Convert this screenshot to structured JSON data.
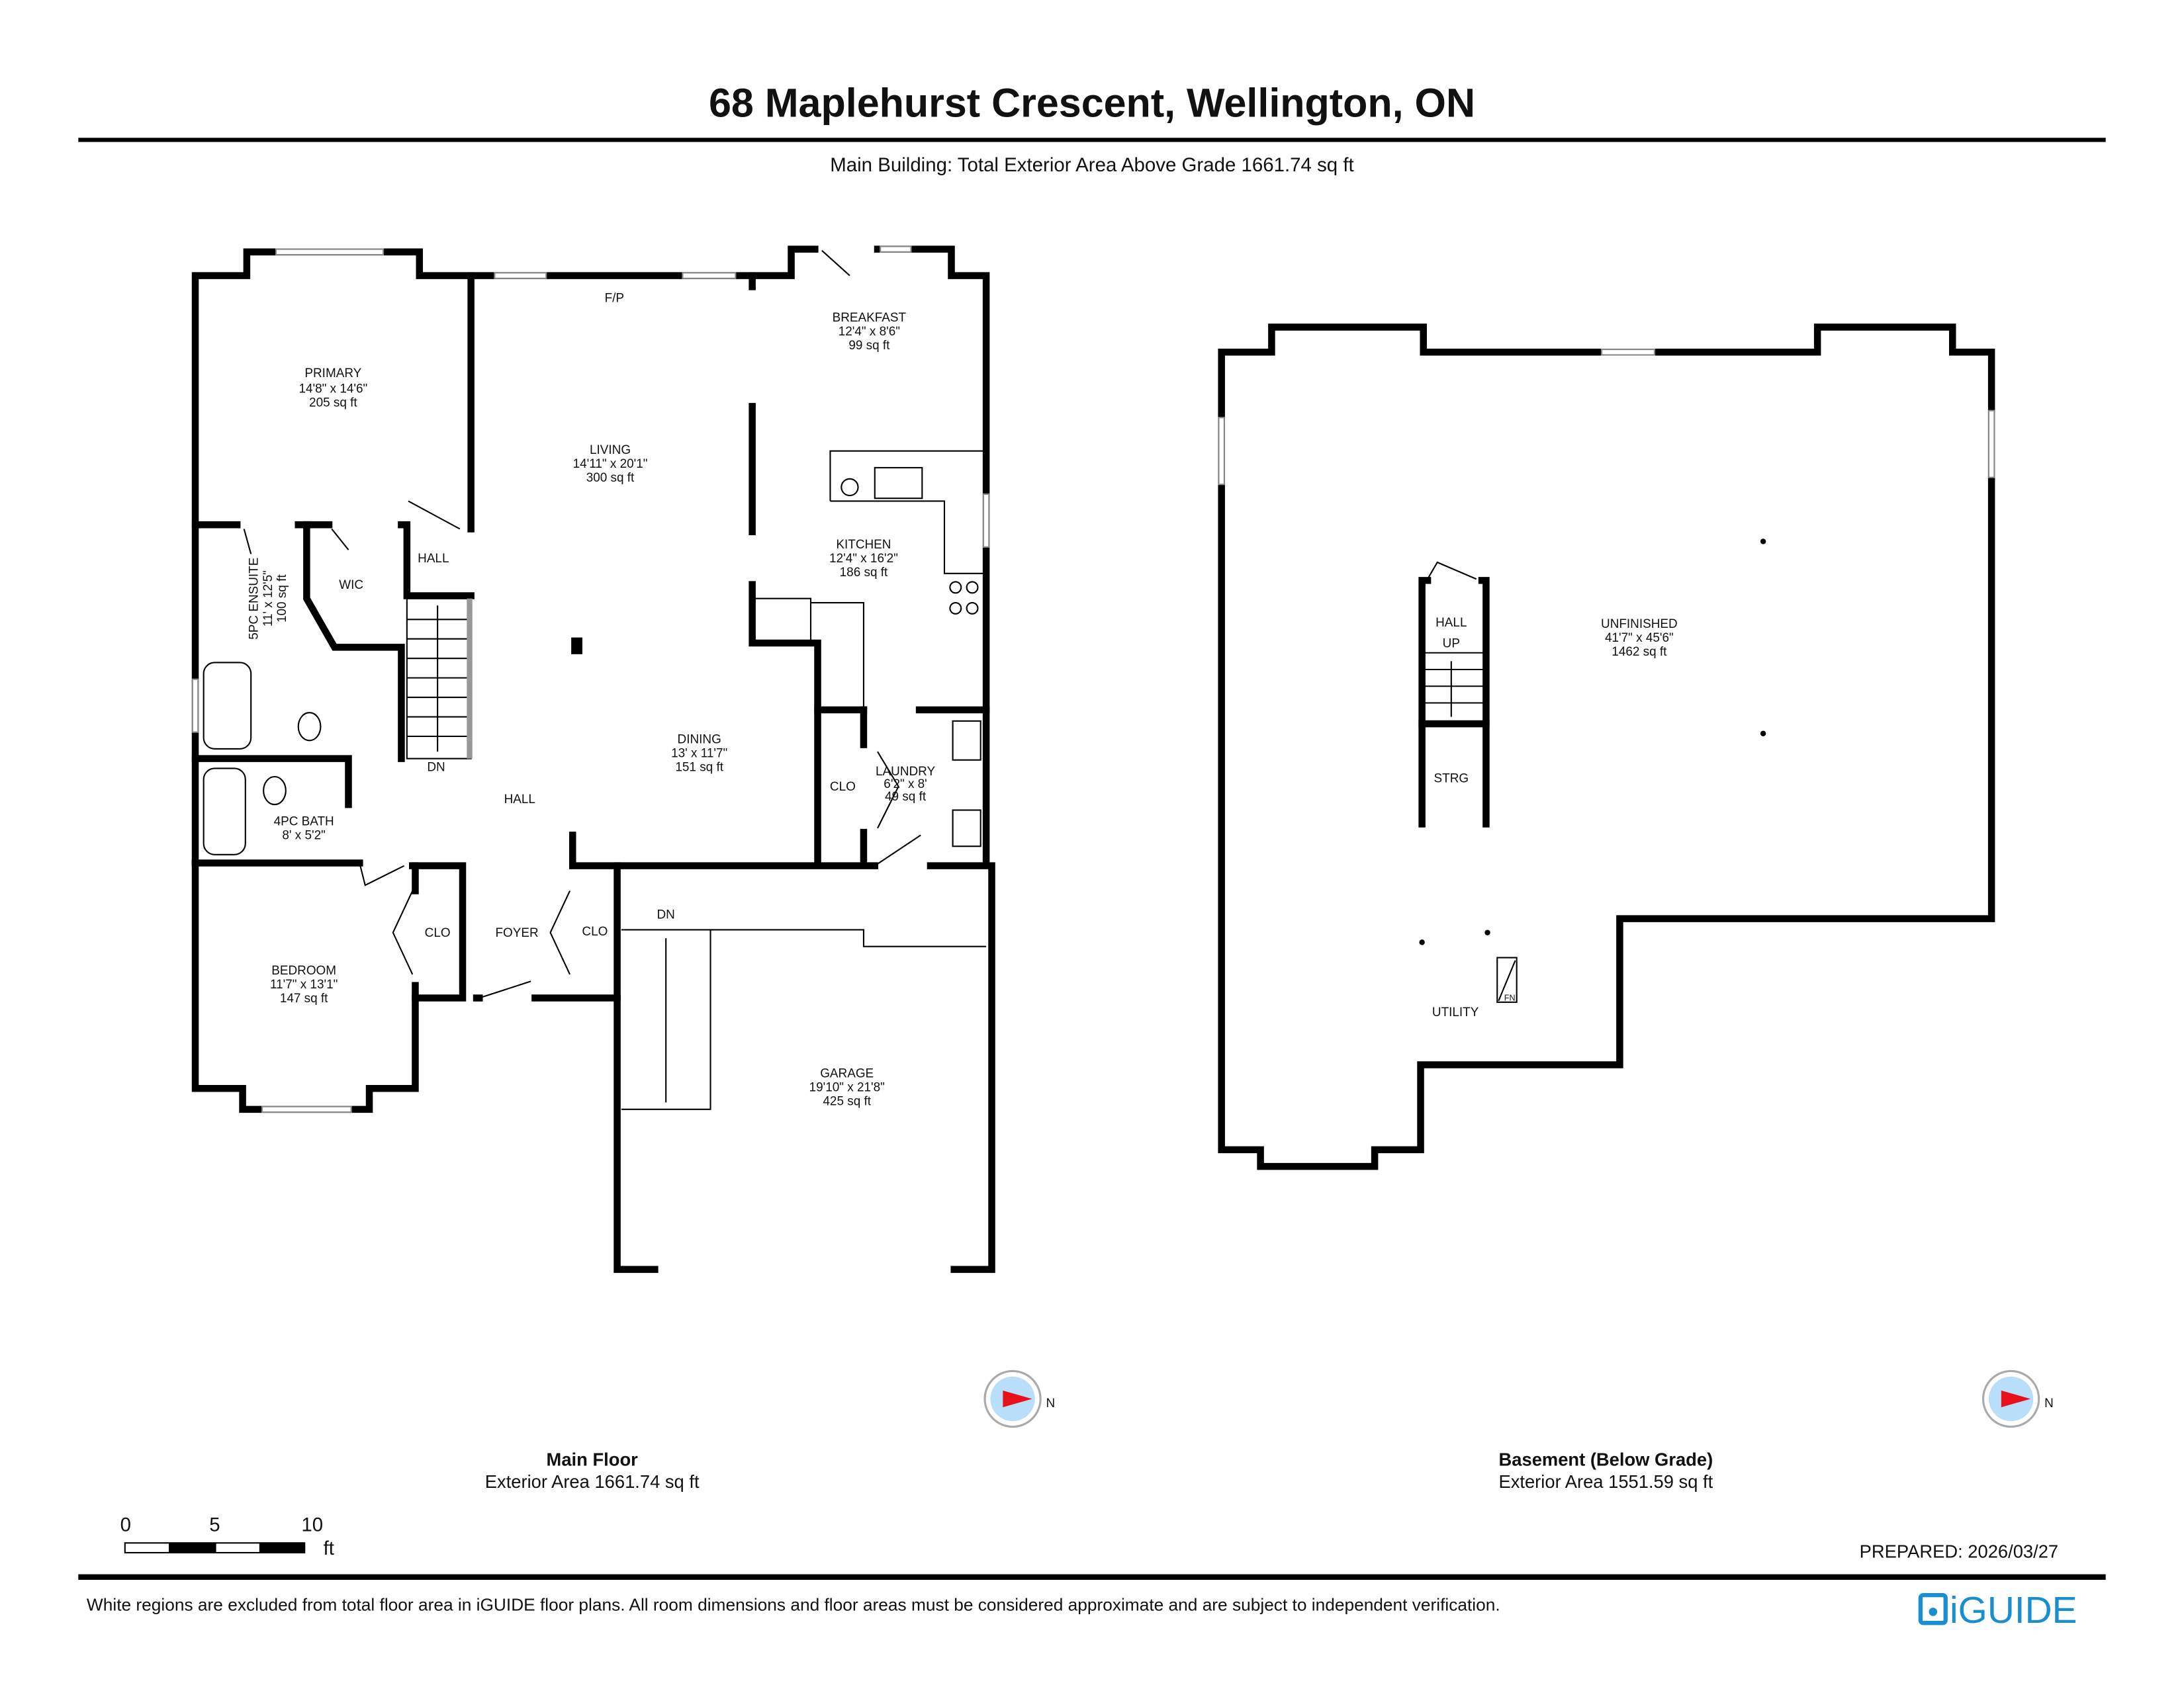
{
  "header": {
    "title": "68 Maplehurst Crescent, Wellington, ON",
    "subtitle": "Main Building: Total Exterior Area Above Grade 1661.74 sq ft"
  },
  "main_floor": {
    "label": "Main Floor",
    "area": "Exterior Area 1661.74 sq ft",
    "rooms": [
      {
        "name": "PRIMARY",
        "dims": "14'8\" x 14'6\"",
        "area": "205 sq ft"
      },
      {
        "name": "LIVING",
        "dims": "14'11\" x 20'1\"",
        "area": "300 sq ft"
      },
      {
        "name": "BREAKFAST",
        "dims": "12'4\" x 8'6\"",
        "area": "99 sq ft"
      },
      {
        "name": "KITCHEN",
        "dims": "12'4\" x 16'2\"",
        "area": "186 sq ft"
      },
      {
        "name": "5PC ENSUITE",
        "dims": "11' x 12'5\"",
        "area": "100 sq ft"
      },
      {
        "name": "DINING",
        "dims": "13' x 11'7\"",
        "area": "151 sq ft"
      },
      {
        "name": "LAUNDRY",
        "dims": "6'2\" x 8'",
        "area": "49 sq ft"
      },
      {
        "name": "4PC BATH",
        "dims": "8' x 5'2\""
      },
      {
        "name": "BEDROOM",
        "dims": "11'7\" x 13'1\"",
        "area": "147 sq ft"
      },
      {
        "name": "GARAGE",
        "dims": "19'10\" x 21'8\"",
        "area": "425 sq ft"
      }
    ],
    "labels": [
      "WIC",
      "HALL",
      "DN",
      "HALL",
      "CLO",
      "CLO",
      "FOYER",
      "CLO",
      "DN",
      "F/P"
    ]
  },
  "basement": {
    "label": "Basement (Below Grade)",
    "area": "Exterior Area 1551.59 sq ft",
    "rooms": [
      {
        "name": "UNFINISHED",
        "dims": "41'7\" x 45'6\"",
        "area": "1462 sq ft"
      }
    ],
    "labels": [
      "HALL",
      "UP",
      "STRG",
      "UTILITY",
      "FN"
    ]
  },
  "compass": {
    "label": "N",
    "icon": "compass-icon",
    "needle_color": "#e8101a",
    "dial_color": "#b9defa"
  },
  "scale": {
    "ticks": [
      "0",
      "5",
      "10"
    ],
    "unit": "ft"
  },
  "footer": {
    "prepared": "PREPARED: 2026/03/27",
    "disclaimer": "White regions are excluded from total floor area in iGUIDE floor plans. All room dimensions and floor areas must be considered approximate and are subject to independent verification.",
    "logo": "iGUIDE",
    "logo_color": "#1a8fd0"
  }
}
